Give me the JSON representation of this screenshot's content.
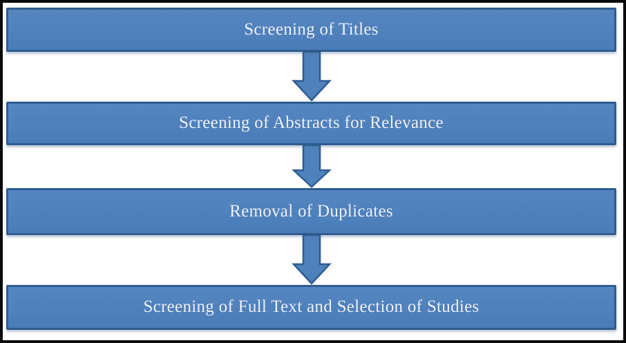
{
  "diagram": {
    "type": "flowchart",
    "direction": "top-down",
    "steps": [
      {
        "label": "Screening of Titles"
      },
      {
        "label": "Screening of Abstracts for Relevance"
      },
      {
        "label": "Removal of Duplicates"
      },
      {
        "label": "Screening of Full Text and Selection of Studies"
      }
    ],
    "connectors": [
      {
        "type": "block-arrow-down",
        "from": 0,
        "to": 1
      },
      {
        "type": "block-arrow-down",
        "from": 1,
        "to": 2
      },
      {
        "type": "block-arrow-down",
        "from": 2,
        "to": 3
      }
    ],
    "colors": {
      "box_fill": "#4f81bd",
      "box_border": "#2e5c8f",
      "arrow_fill": "#4f81bd",
      "arrow_border": "#2e5c8f",
      "text": "#eef2f9",
      "frame_border": "#0a0a0a",
      "background": "#ffffff"
    }
  }
}
